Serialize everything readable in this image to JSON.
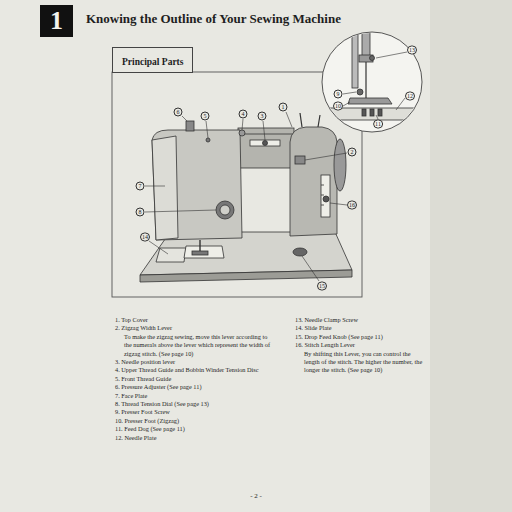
{
  "diagram": {
    "title": "Knowing the Outline of Your Sewing Machine",
    "nodes": [
      {
        "text": [
          "1"
        ]
      },
      {
        "text": [
          "Principal Parts"
        ]
      }
    ],
    "labels": [
      "1",
      "2",
      "3",
      "4",
      "5",
      "6",
      "7",
      "8",
      "14",
      "15",
      "16",
      "13",
      "9",
      "10",
      "12",
      "11",
      "1. Top Cover",
      "2. Zigzag Width Lever",
      "To make the zigzag sewing, move this lever according to the numerals above the lever which represent the width of zigzag stitch. (See page 10)",
      "3. Needle position lever",
      "4. Upper Thread Guide and Bobbin Winder Tension Disc",
      "5. Front Thread Guide",
      "6. Pressure Adjuster (See page 11)",
      "7. Face Plate",
      "8. Thread Tension Dial (See page 13)",
      "9. Presser Foot Screw",
      "10. Presser Foot (Zigzag)",
      "11. Feed Dog (See page 11)",
      "12. Needle Plate",
      "13. Needle Clamp Screw",
      "14. Slide Plate",
      "15. Drop Feed Knob (See page 11)",
      "16. Stitch Length Lever",
      "By shifting this Lever, you can control the length of the stitch. The higher the number, the longer the stitch. (See page 10)",
      "- 2 -"
    ]
  }
}
